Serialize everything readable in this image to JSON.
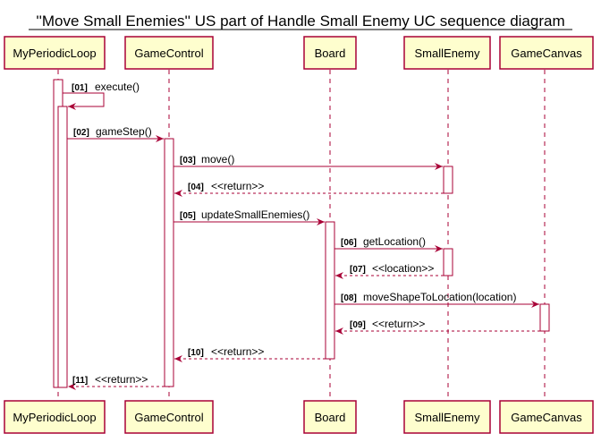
{
  "diagram": {
    "title": "''Move Small Enemies'' US part of Handle Small Enemy UC sequence diagram",
    "colors": {
      "participant_fill": "#FEFECE",
      "participant_border": "#A80036",
      "arrow": "#A80036",
      "lifeline": "#A80036",
      "activation_fill": "#FFFFFF"
    },
    "participants": [
      {
        "id": "loop",
        "name": "MyPeriodicLoop"
      },
      {
        "id": "gc",
        "name": "GameControl"
      },
      {
        "id": "board",
        "name": "Board"
      },
      {
        "id": "enemy",
        "name": "SmallEnemy"
      },
      {
        "id": "canvas",
        "name": "GameCanvas"
      }
    ],
    "messages": [
      {
        "num": "[01]",
        "label": "execute()",
        "from": "loop",
        "to": "loop",
        "kind": "self"
      },
      {
        "num": "[02]",
        "label": "gameStep()",
        "from": "loop",
        "to": "gc",
        "kind": "call"
      },
      {
        "num": "[03]",
        "label": "move()",
        "from": "gc",
        "to": "enemy",
        "kind": "call"
      },
      {
        "num": "[04]",
        "label": "<<return>>",
        "from": "enemy",
        "to": "gc",
        "kind": "return"
      },
      {
        "num": "[05]",
        "label": "updateSmallEnemies()",
        "from": "gc",
        "to": "board",
        "kind": "call"
      },
      {
        "num": "[06]",
        "label": "getLocation()",
        "from": "board",
        "to": "enemy",
        "kind": "call"
      },
      {
        "num": "[07]",
        "label": "<<location>>",
        "from": "enemy",
        "to": "board",
        "kind": "return"
      },
      {
        "num": "[08]",
        "label": "moveShapeToLocation(location)",
        "from": "board",
        "to": "canvas",
        "kind": "call"
      },
      {
        "num": "[09]",
        "label": "<<return>>",
        "from": "canvas",
        "to": "board",
        "kind": "return"
      },
      {
        "num": "[10]",
        "label": "<<return>>",
        "from": "board",
        "to": "gc",
        "kind": "return"
      },
      {
        "num": "[11]",
        "label": "<<return>>",
        "from": "gc",
        "to": "loop",
        "kind": "return"
      }
    ]
  }
}
